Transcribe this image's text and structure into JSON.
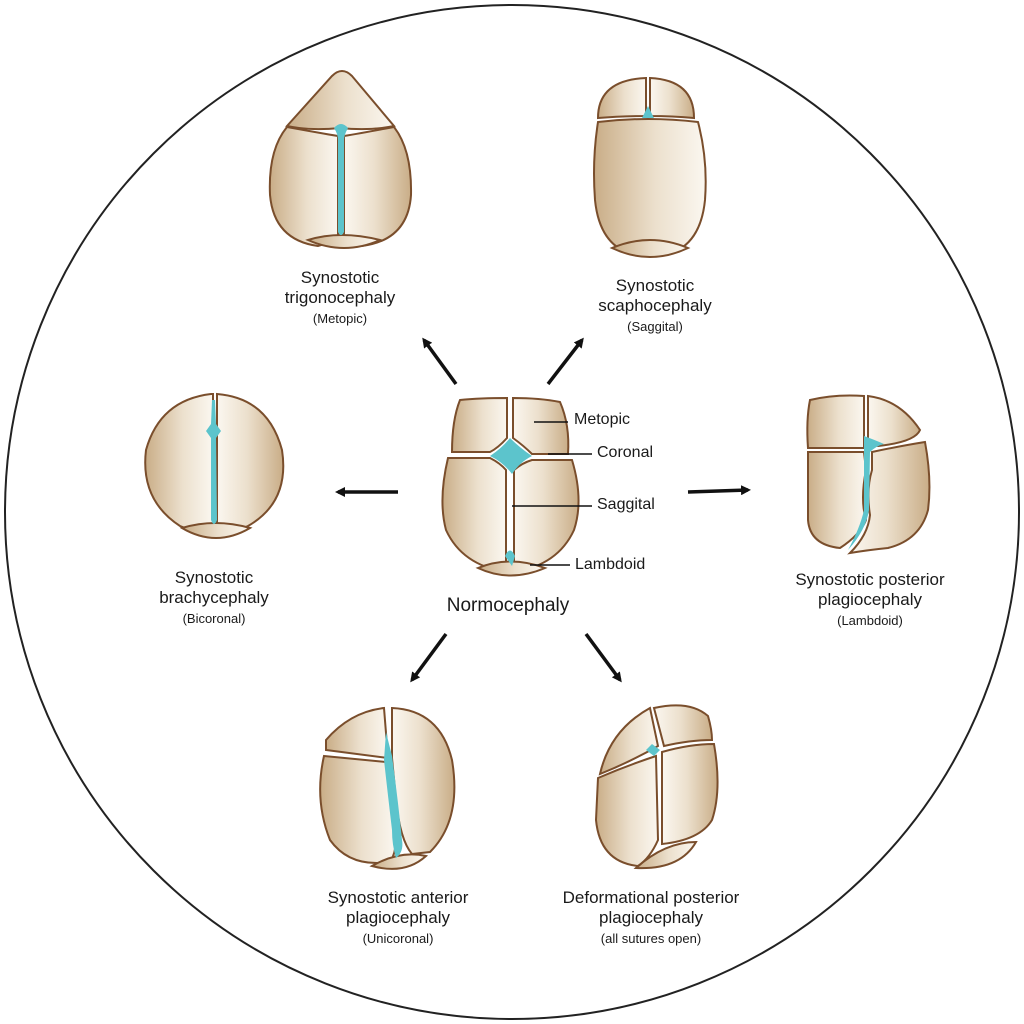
{
  "center": {
    "label": "Normocephaly"
  },
  "sutures": {
    "metopic": "Metopic",
    "coronal": "Coronal",
    "saggital": "Saggital",
    "lambdoid": "Lambdoid"
  },
  "conditions": {
    "trigono": {
      "line1": "Synostotic",
      "line2": "trigonocephaly",
      "sub": "(Metopic)"
    },
    "scapho": {
      "line1": "Synostotic",
      "line2": "scaphocephaly",
      "sub": "(Saggital)"
    },
    "brachy": {
      "line1": "Synostotic",
      "line2": "brachycephaly",
      "sub": "(Bicoronal)"
    },
    "posterior": {
      "line1": "Synostotic posterior",
      "line2": "plagiocephaly",
      "sub": "(Lambdoid)"
    },
    "anterior": {
      "line1": "Synostotic anterior",
      "line2": "plagiocephaly",
      "sub": "(Unicoronal)"
    },
    "deformational": {
      "line1": "Deformational posterior",
      "line2": "plagiocephaly",
      "sub": "(all sutures open)"
    }
  },
  "colors": {
    "bone": "#d9c4a6",
    "bone_light": "#f7f1e7",
    "outline": "#7a4e2c",
    "suture": "#5cc4cc",
    "arrow": "#111111"
  }
}
